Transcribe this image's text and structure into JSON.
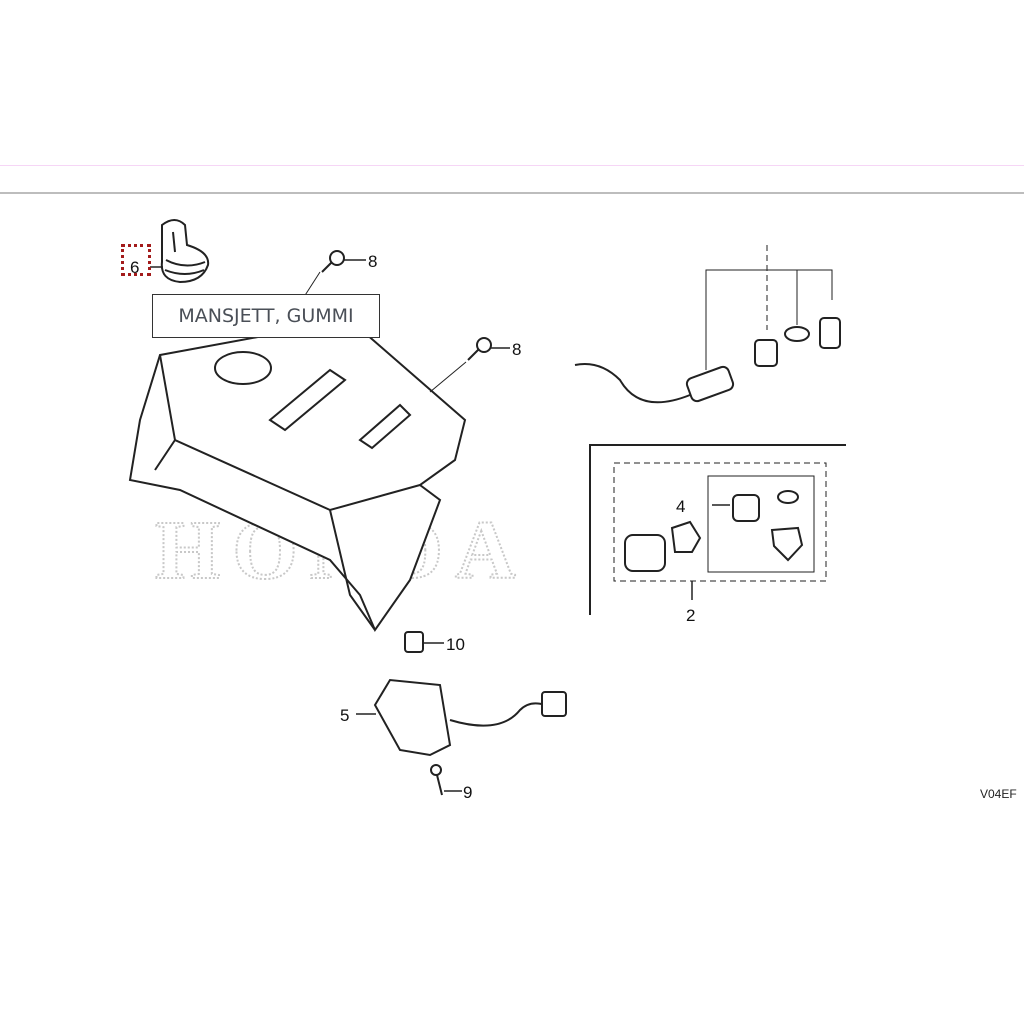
{
  "diagram": {
    "watermark": "HONDA",
    "tooltip": "MANSJETT, GUMMI",
    "highlighted_part": "6",
    "highlight_color": "#a31b1b",
    "diagram_code": "V04EF",
    "callouts": {
      "p6": "6",
      "p8a": "8",
      "p8b": "8",
      "p4": "4",
      "p2": "2",
      "p10": "10",
      "p5": "5",
      "p9": "9"
    }
  }
}
